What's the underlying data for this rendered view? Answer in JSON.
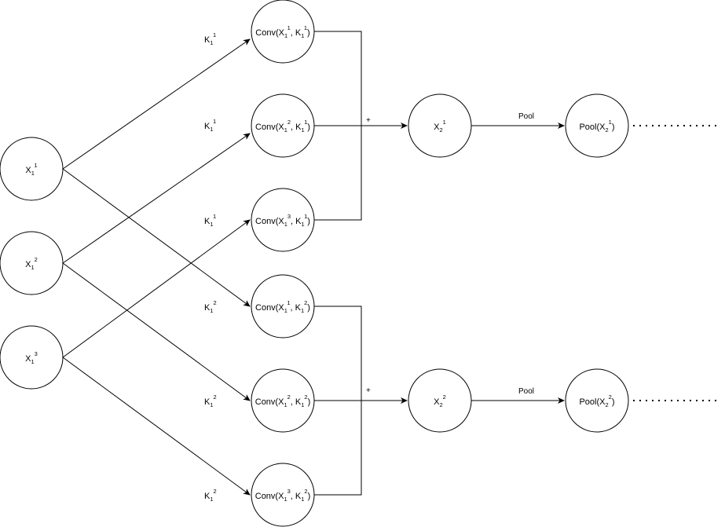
{
  "labels": {
    "x11": {
      "base": "X",
      "sub": "1",
      "sup": "1"
    },
    "x12": {
      "base": "X",
      "sub": "1",
      "sup": "2"
    },
    "x13": {
      "base": "X",
      "sub": "1",
      "sup": "3"
    },
    "conv1": {
      "pre": "Conv(X",
      "s1": "1",
      "p1": "1",
      "mid": ", K",
      "s2": "1",
      "p2": "1",
      "post": ")"
    },
    "conv2": {
      "pre": "Conv(X",
      "s1": "1",
      "p1": "2",
      "mid": ", K",
      "s2": "1",
      "p2": "1",
      "post": ")"
    },
    "conv3": {
      "pre": "Conv(X",
      "s1": "1",
      "p1": "3",
      "mid": ", K",
      "s2": "1",
      "p2": "1",
      "post": ")"
    },
    "conv4": {
      "pre": "Conv(X",
      "s1": "1",
      "p1": "1",
      "mid": ", K",
      "s2": "1",
      "p2": "2",
      "post": ")"
    },
    "conv5": {
      "pre": "Conv(X",
      "s1": "1",
      "p1": "2",
      "mid": ", K",
      "s2": "1",
      "p2": "2",
      "post": ")"
    },
    "conv6": {
      "pre": "Conv(X",
      "s1": "1",
      "p1": "3",
      "mid": ", K",
      "s2": "1",
      "p2": "2",
      "post": ")"
    },
    "x21": {
      "base": "X",
      "sub": "2",
      "sup": "1"
    },
    "x22": {
      "base": "X",
      "sub": "2",
      "sup": "2"
    },
    "pool1": {
      "pre": "Pool(X",
      "sub": "2",
      "sup": "1",
      "post": ")"
    },
    "pool2": {
      "pre": "Pool(X",
      "sub": "2",
      "sup": "2",
      "post": ")"
    },
    "k1": {
      "base": "K",
      "sub": "1",
      "sup": "1"
    },
    "k2": {
      "base": "K",
      "sub": "1",
      "sup": "1"
    },
    "k3": {
      "base": "K",
      "sub": "1",
      "sup": "1"
    },
    "k4": {
      "base": "K",
      "sub": "1",
      "sup": "2"
    },
    "k5": {
      "base": "K",
      "sub": "1",
      "sup": "2"
    },
    "k6": {
      "base": "K",
      "sub": "1",
      "sup": "2"
    },
    "plus1": "+",
    "plus2": "+",
    "poolEdge1": "Pool",
    "poolEdge2": "Pool"
  }
}
